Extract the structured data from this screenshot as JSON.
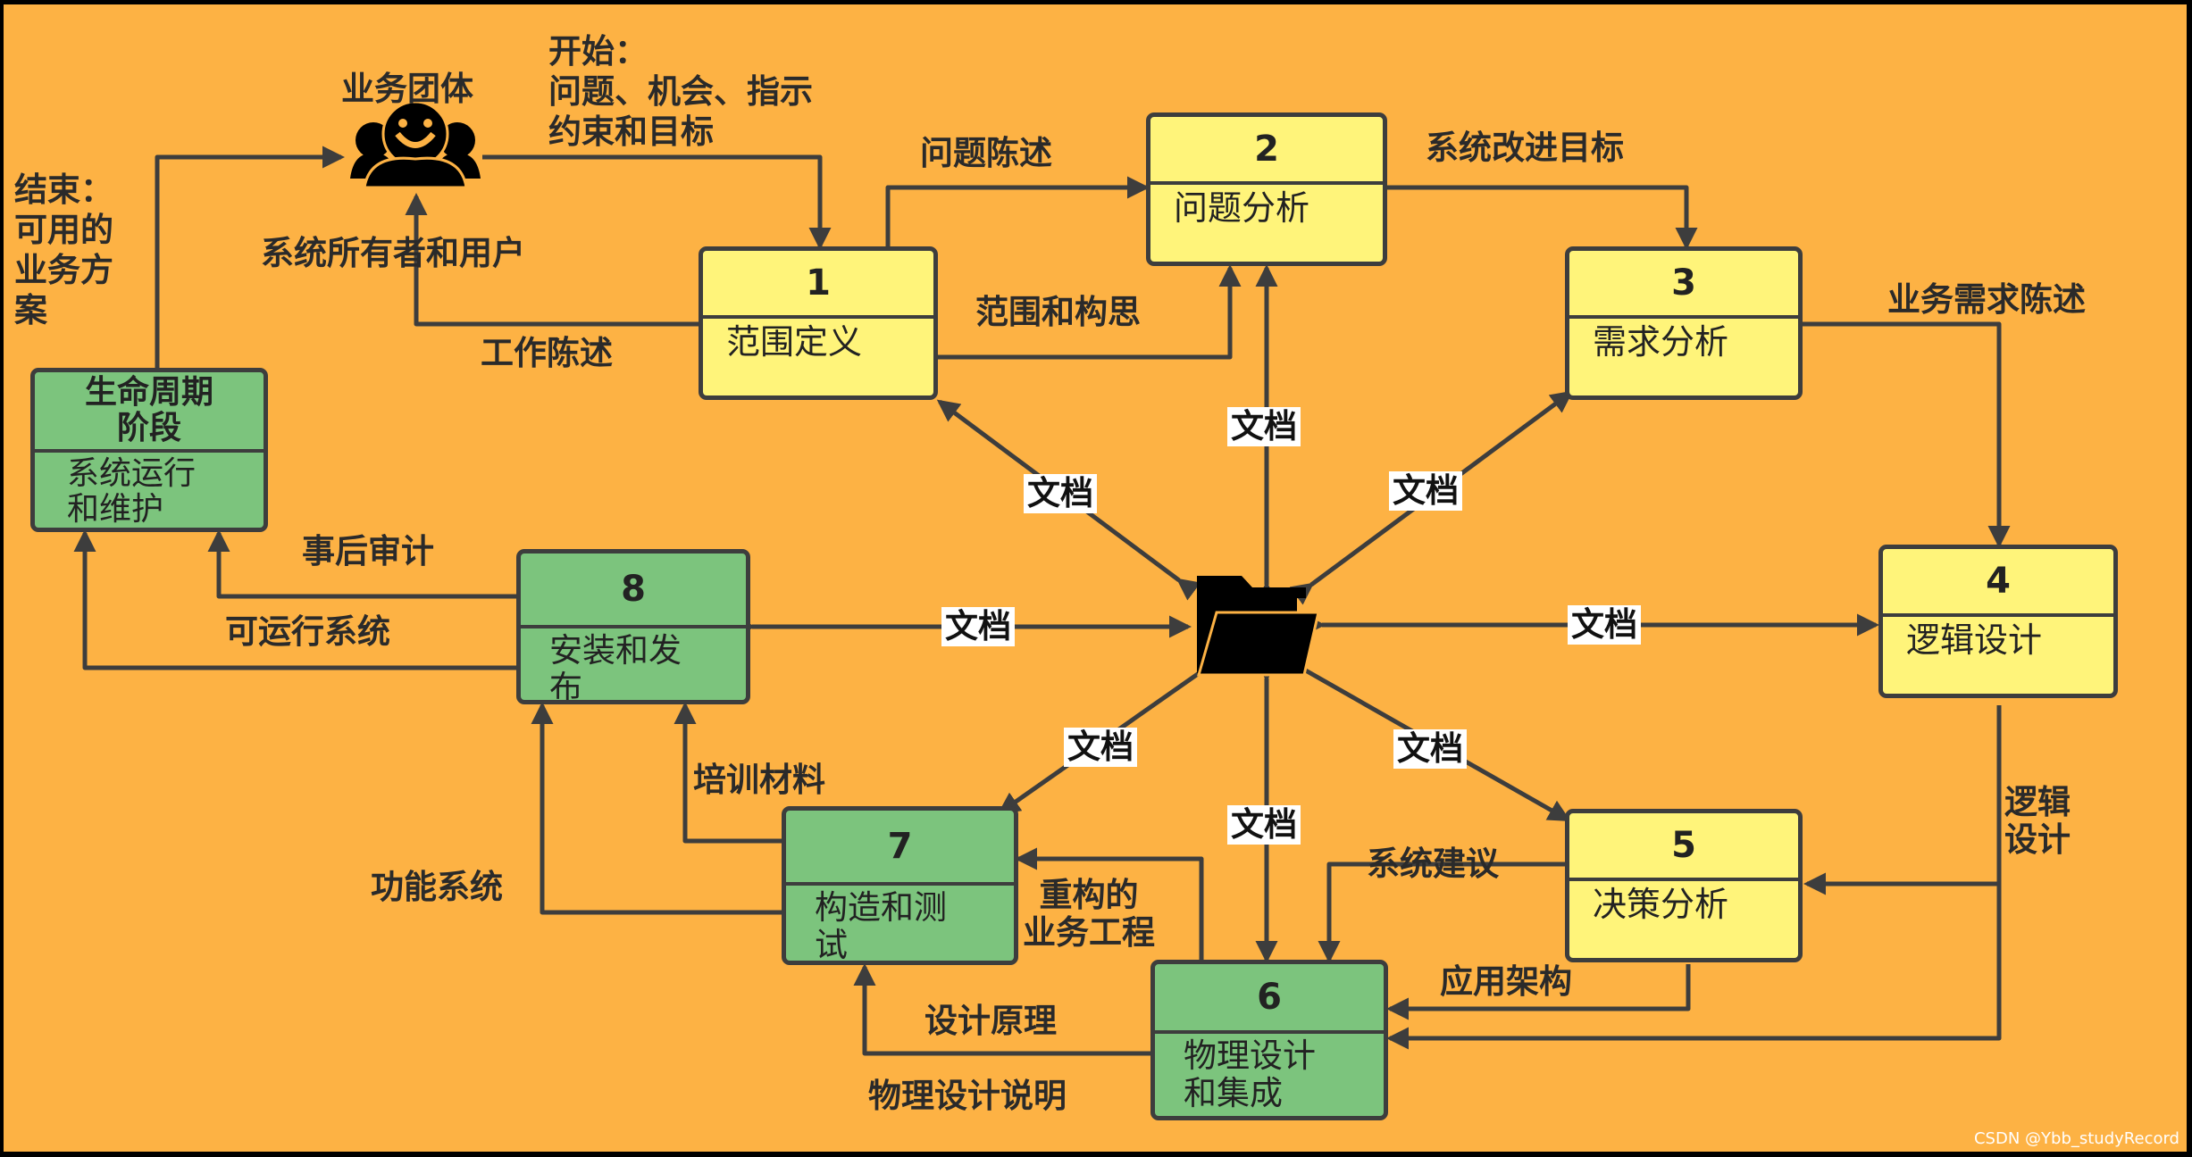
{
  "stakeholder": {
    "label": "业务团体"
  },
  "start_text": "开始：\n问题、机会、指示\n约束和目标",
  "end_text": "结束：\n可用的\n业务方\n案",
  "lifecycle": {
    "title": "生命周期\n阶段",
    "label": "系统运行\n和维护"
  },
  "phases": [
    {
      "num": "1",
      "label": "范围定义"
    },
    {
      "num": "2",
      "label": "问题分析"
    },
    {
      "num": "3",
      "label": "需求分析"
    },
    {
      "num": "4",
      "label": "逻辑设计"
    },
    {
      "num": "5",
      "label": "决策分析"
    },
    {
      "num": "6",
      "label": "物理设计\n和集成"
    },
    {
      "num": "7",
      "label": "构造和测\n试"
    },
    {
      "num": "8",
      "label": "安装和发\n布"
    }
  ],
  "flows": {
    "problem_statement": "问题陈述",
    "improvement_goals": "系统改进目标",
    "owners_users": "系统所有者和用户",
    "scope_vision": "范围和构思",
    "work_statement": "工作陈述",
    "business_requirements": "业务需求陈述",
    "post_audit": "事后审计",
    "operational_system": "可运行系统",
    "training_materials": "培训材料",
    "functional_system": "功能系统",
    "reengineered_business": "重构的\n业务工程",
    "system_proposal": "系统建议",
    "logical_design": "逻辑\n设计",
    "application_architecture": "应用架构",
    "design_rationale": "设计原理",
    "physical_design_spec": "物理设计说明"
  },
  "document_label": "文档",
  "watermark": "CSDN @Ybb_studyRecord",
  "colors": {
    "background": "#fdb244",
    "yellow_box": "#fff47a",
    "green_box": "#7cc47d",
    "line": "#3d3d3d"
  },
  "icons": [
    "user-group-icon",
    "folder-icon"
  ]
}
